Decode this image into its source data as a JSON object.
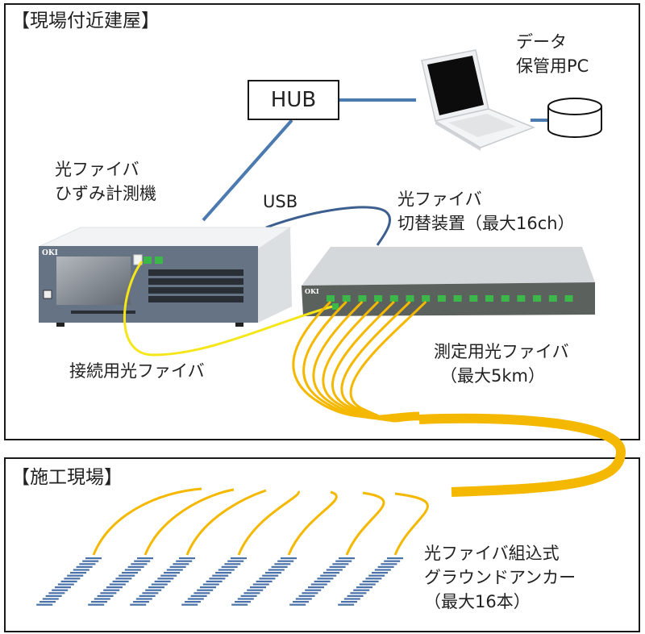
{
  "sections": {
    "building": {
      "title": "【現場付近建屋】"
    },
    "site": {
      "title": "【施工現場】"
    }
  },
  "nodes": {
    "hub": {
      "label": "HUB"
    },
    "data_pc": {
      "line1": "データ",
      "line2": "保管用PC"
    },
    "strain_meter": {
      "line1": "光ファイバ",
      "line2": "ひずみ計測機",
      "brand": "OKI"
    },
    "switcher": {
      "line1": "光ファイバ",
      "line2": "切替装置（最大16ch）",
      "brand": "OKI",
      "ports": 16
    },
    "anchors": {
      "line1": "光ファイバ組込式",
      "line2": "グラウンドアンカー",
      "line3": "（最大16本）",
      "count_shown": 7
    }
  },
  "links": {
    "usb": {
      "label": "USB"
    },
    "connect_fiber": {
      "label": "接続用光ファイバ"
    },
    "measure_fiber": {
      "line1": "測定用光ファイバ",
      "line2": "（最大5km）"
    }
  },
  "colors": {
    "network_line": "#4a7ab0",
    "usb_cable": "#3d5f8f",
    "connect_fiber": "#f5e61a",
    "measure_fiber": "#f5b800",
    "anchor_stripe": "#4a72a8",
    "device_face": "#5f6c7b",
    "switcher_face": "#5b615c",
    "port_green": "#3cb84a"
  }
}
